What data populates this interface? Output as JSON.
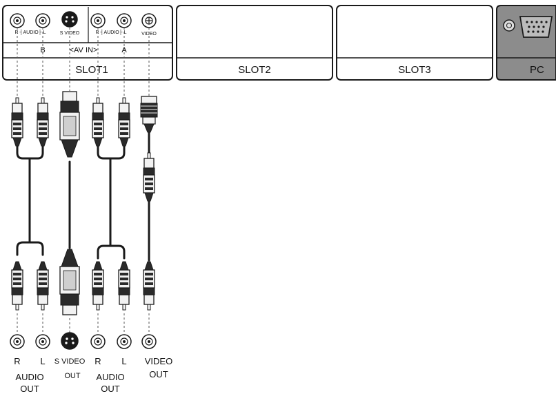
{
  "panel": {
    "slots": [
      {
        "id": "slot1",
        "label": "SLOT1"
      },
      {
        "id": "slot2",
        "label": "SLOT2"
      },
      {
        "id": "slot3",
        "label": "SLOT3"
      },
      {
        "id": "pc",
        "label": "PC"
      }
    ],
    "slot1_inputs": {
      "audio_b_label": "R ┤AUDIO├ L",
      "svideo_label": "S VIDEO",
      "audio_a_label": "R ┤AUDIO├ L",
      "video_label": "VIDEO",
      "group_b": "B",
      "av_in": "<AV IN>",
      "group_a": "A"
    }
  },
  "bottom_outputs": {
    "jacks": [
      {
        "id": "r1",
        "label": "R"
      },
      {
        "id": "l1",
        "label": "L"
      },
      {
        "id": "sv",
        "label": "S VIDEO"
      },
      {
        "id": "r2",
        "label": "R"
      },
      {
        "id": "l2",
        "label": "L"
      },
      {
        "id": "video",
        "label": "VIDEO"
      }
    ],
    "group_labels": {
      "audio_out_1": "AUDIO",
      "out_1": "OUT",
      "svideo_out": "OUT",
      "audio_out_2": "AUDIO",
      "out_2": "OUT",
      "video_out": "OUT"
    }
  },
  "colors": {
    "stroke": "#1a1a1a",
    "pc_fill": "#8c8c8c",
    "connector_dark": "#2a2a2a",
    "connector_light": "#f2f2f2"
  }
}
